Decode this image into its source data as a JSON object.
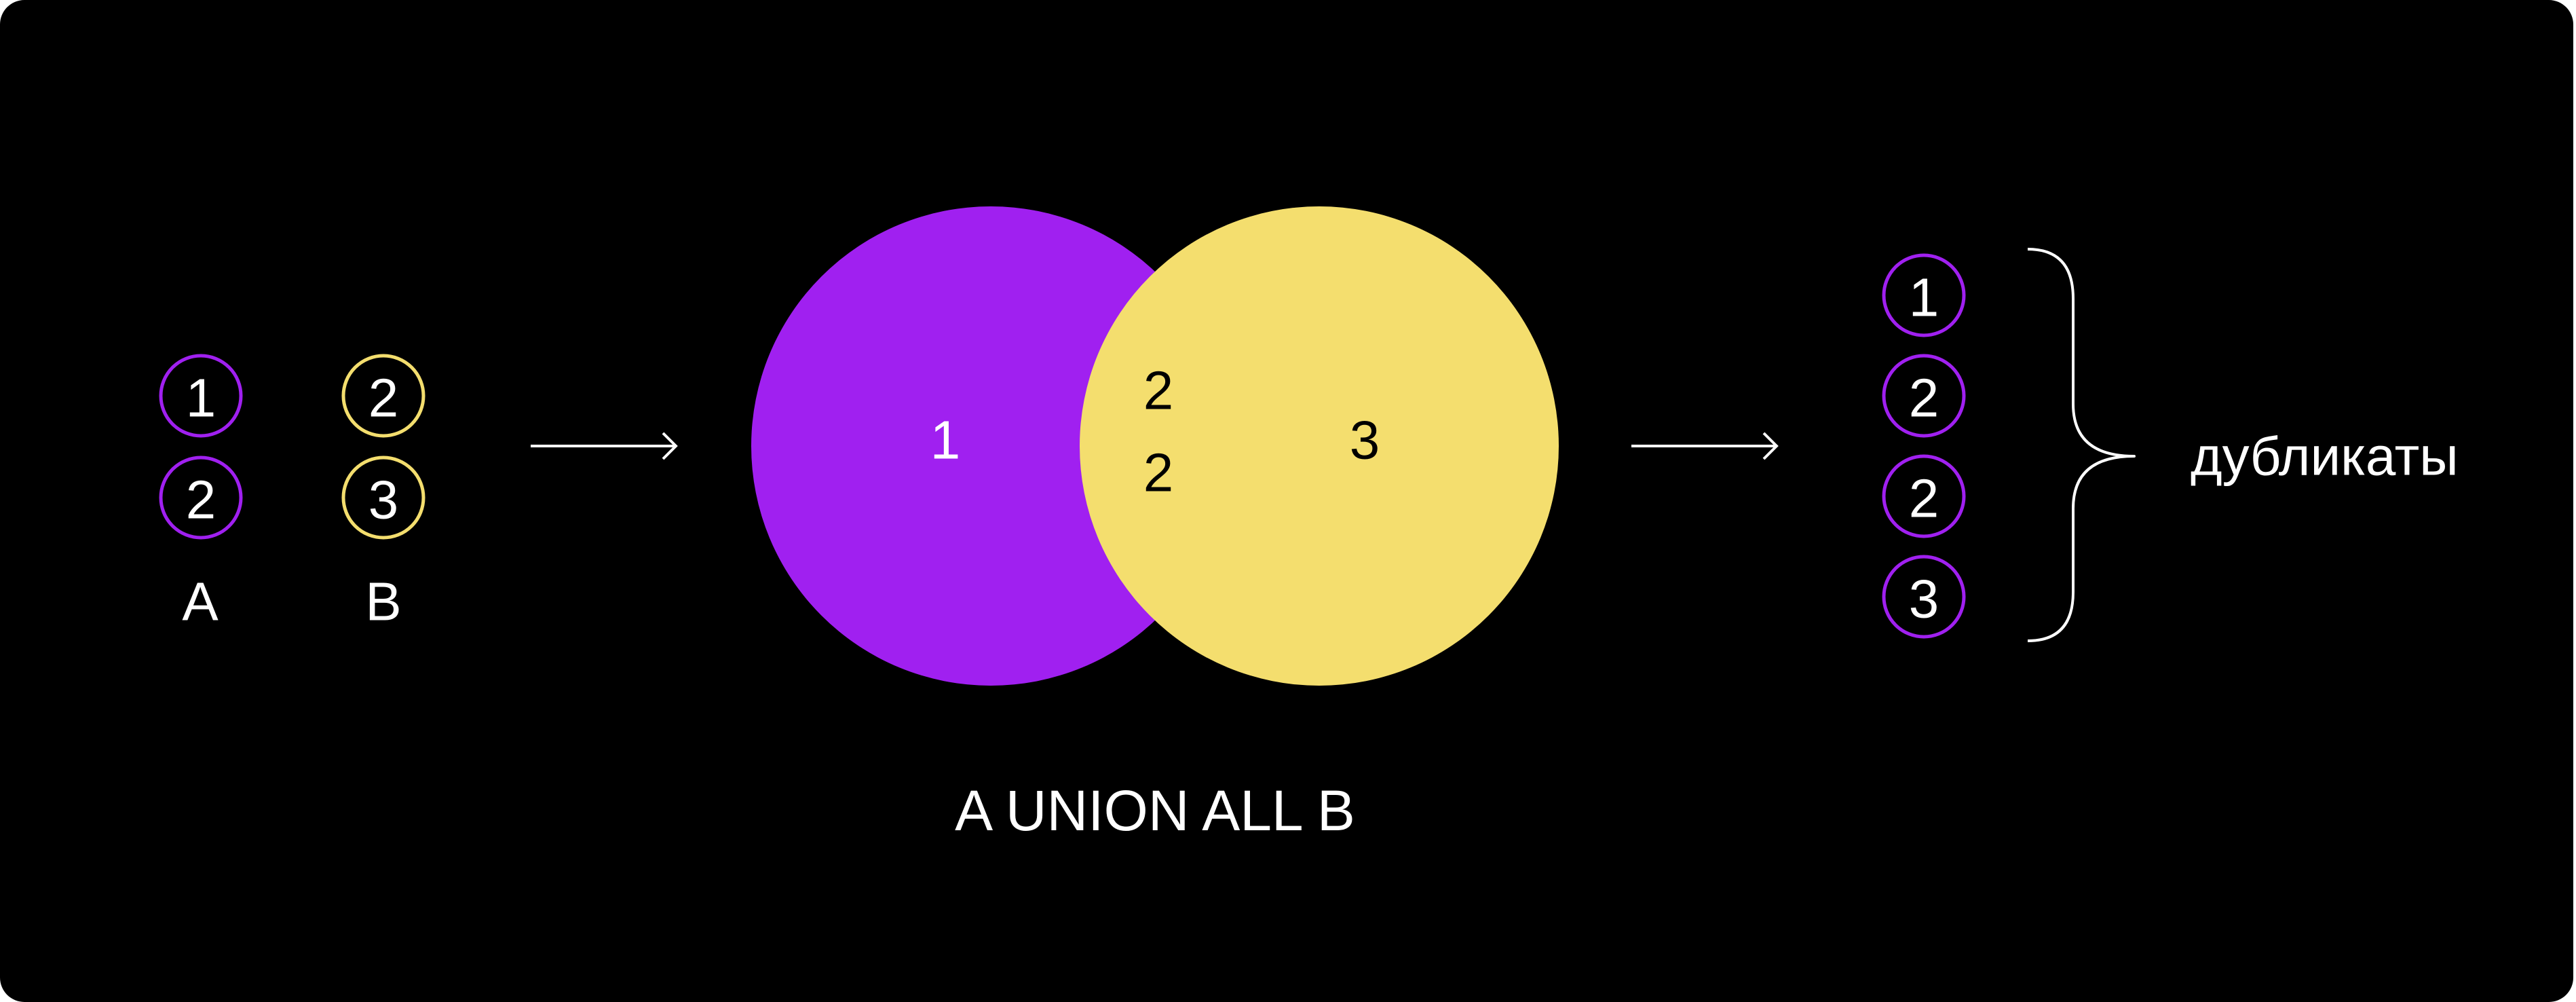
{
  "colors": {
    "background": "#000000",
    "set_a": "#a020f0",
    "set_b": "#f4de6e",
    "text": "#ffffff",
    "overlap_text": "#000000"
  },
  "set_a": {
    "name": "A",
    "values": [
      "1",
      "2"
    ]
  },
  "set_b": {
    "name": "B",
    "values": [
      "2",
      "3"
    ]
  },
  "venn": {
    "a_only": "1",
    "overlap": [
      "2",
      "2"
    ],
    "b_only": "3",
    "caption": "A UNION ALL B"
  },
  "result": {
    "values": [
      "1",
      "2",
      "2",
      "3"
    ],
    "brace_label": "дубликаты"
  },
  "icons": {
    "arrow_left": "right-arrow-icon",
    "arrow_right": "right-arrow-icon",
    "brace": "curly-brace-icon"
  }
}
